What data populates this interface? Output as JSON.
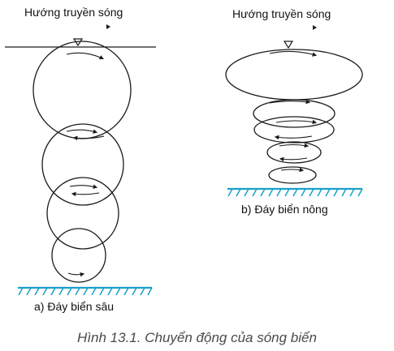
{
  "panel_a": {
    "direction_label": "Hướng truyền sóng",
    "bottom_label": "a) Đáy biển sâu"
  },
  "panel_b": {
    "direction_label": "Hướng truyền sóng",
    "bottom_label": "b) Đáy biển nông"
  },
  "caption": "Hình 13.1. Chuyển động của sóng biển",
  "colors": {
    "line": "#1a1a1a",
    "seabed": "#1aa0c8",
    "caption": "#4a4a4a"
  }
}
